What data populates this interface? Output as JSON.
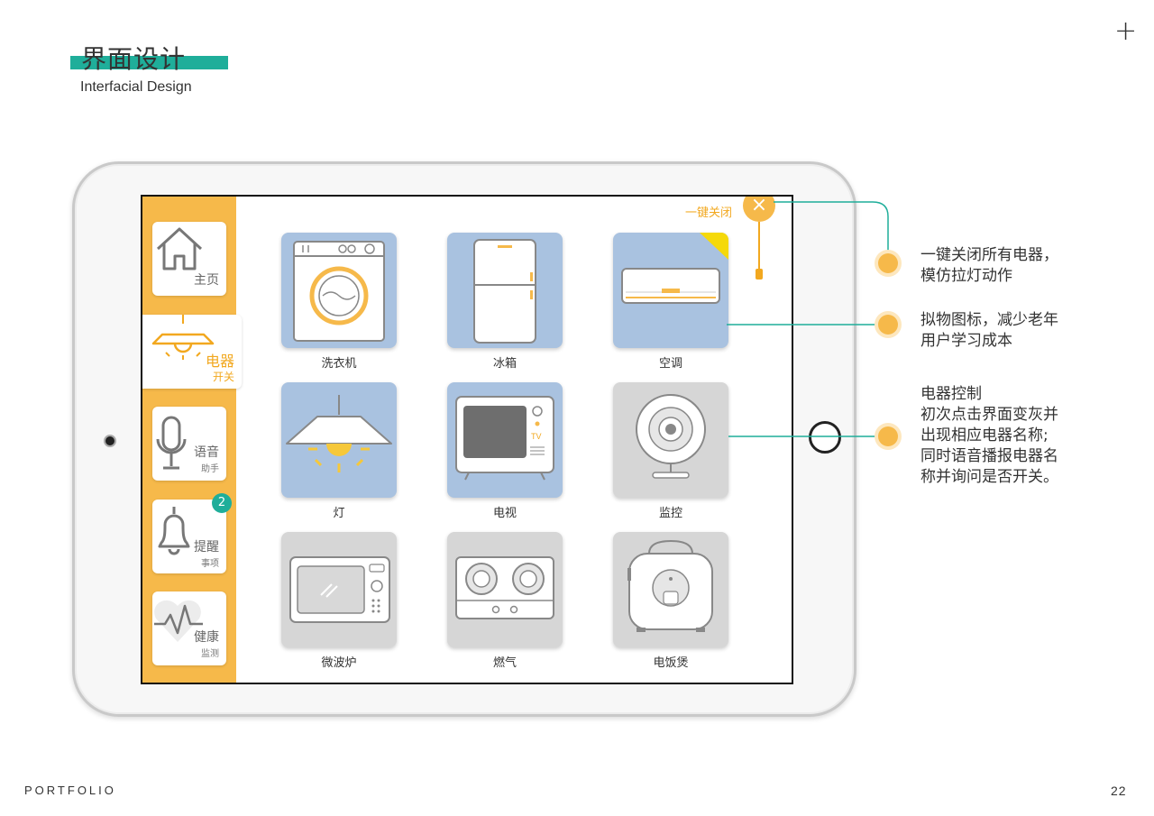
{
  "header": {
    "title_cn": "界面设计",
    "title_en": "Interfacial Design",
    "plus": "+"
  },
  "footer": {
    "left": "PORTFOLIO",
    "right": "22"
  },
  "sidebar": {
    "home": {
      "label": "主页"
    },
    "appliance": {
      "label": "电器",
      "sub": "开关"
    },
    "voice": {
      "label": "语音",
      "sub": "助手"
    },
    "reminder": {
      "label": "提醒",
      "sub": "事项",
      "badge": "2"
    },
    "health": {
      "label": "健康",
      "sub": "监测"
    }
  },
  "close_all": {
    "label": "一键关闭",
    "icon": "×"
  },
  "tiles": [
    {
      "label": "洗衣机"
    },
    {
      "label": "冰箱"
    },
    {
      "label": "空调"
    },
    {
      "label": "灯"
    },
    {
      "label": "电视"
    },
    {
      "label": "监控"
    },
    {
      "label": "微波炉"
    },
    {
      "label": "燃气"
    },
    {
      "label": "电饭煲"
    }
  ],
  "tv_label": "TV",
  "annotations": [
    {
      "text": "一键关闭所有电器，\n模仿拉灯动作"
    },
    {
      "text": "拟物图标，减少老年\n用户学习成本"
    },
    {
      "text": "电器控制\n初次点击界面变灰并\n出现相应电器名称;\n同时语音播报电器名\n称并询问是否开关。"
    }
  ],
  "colors": {
    "accent_teal": "#1fae9a",
    "accent_orange": "#f6b94a",
    "tile_blue": "#a9c2e0",
    "tile_gray": "#d6d6d6"
  }
}
